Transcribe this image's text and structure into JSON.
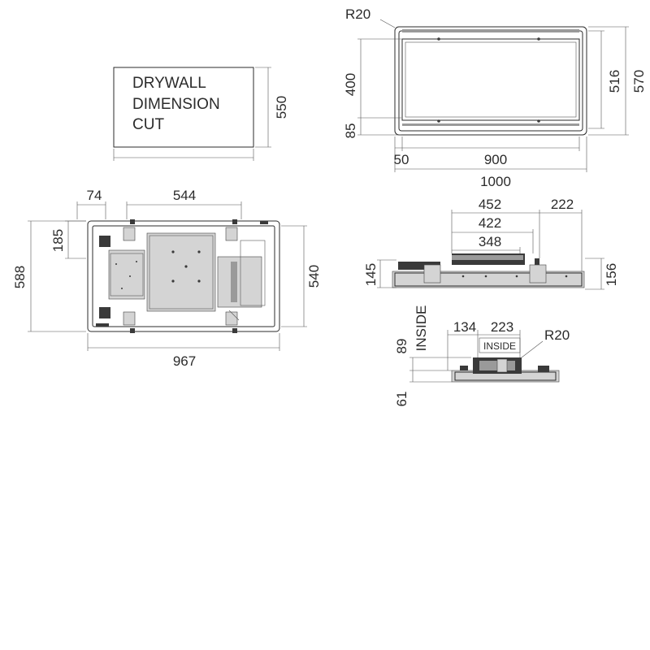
{
  "drywall": {
    "line1": "DRYWALL",
    "line2": "DIMENSION",
    "line3": "CUT",
    "height": "550"
  },
  "top_right": {
    "radius": "R20",
    "d400": "400",
    "d85": "85",
    "d516": "516",
    "d570": "570",
    "d50": "50",
    "d900": "900",
    "d1000": "1000"
  },
  "plan": {
    "d74": "74",
    "d544": "544",
    "d185": "185",
    "d588": "588",
    "d540": "540",
    "d967": "967"
  },
  "side": {
    "d452": "452",
    "d222": "222",
    "d422": "422",
    "d348": "348",
    "d145": "145",
    "d156": "156"
  },
  "section": {
    "inside_vertical": "INSIDE",
    "d134": "134",
    "d223": "223",
    "radius": "R20",
    "inside_label": "INSIDE",
    "d89": "89",
    "d61": "61"
  }
}
